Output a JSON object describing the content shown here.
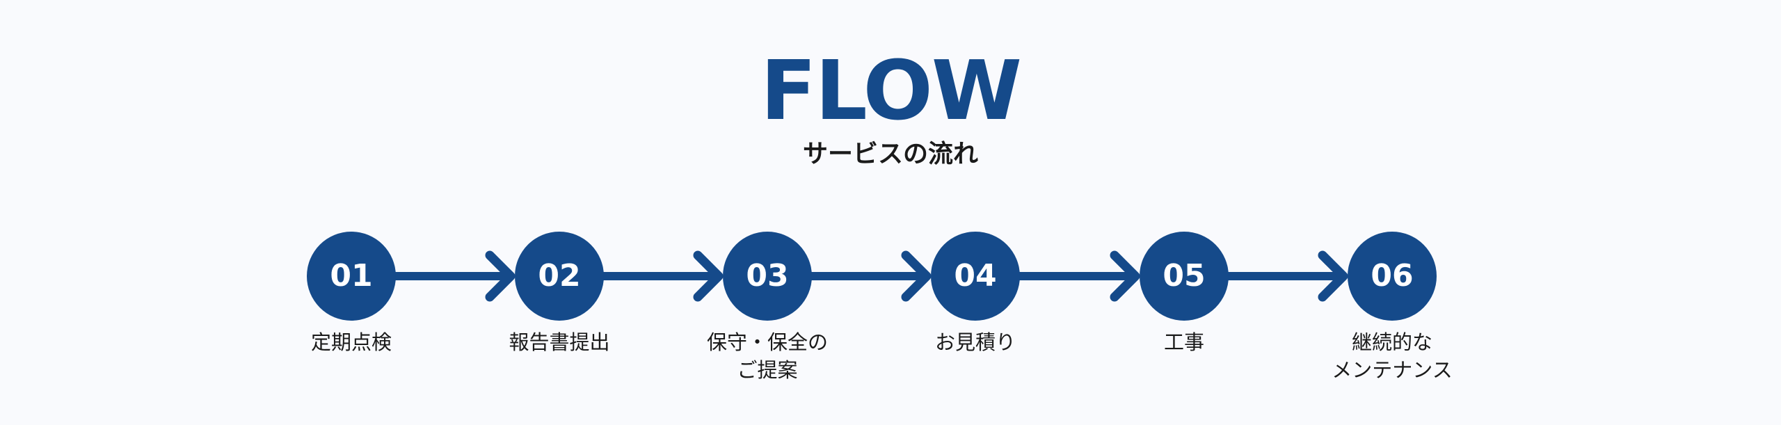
{
  "header": {
    "title": "FLOW",
    "subtitle": "サービスの流れ"
  },
  "colors": {
    "accent": "#154a8a",
    "background": "#f9fafd",
    "text": "#1a1a1a"
  },
  "steps": [
    {
      "number": "01",
      "label": "定期点検"
    },
    {
      "number": "02",
      "label": "報告書提出"
    },
    {
      "number": "03",
      "label": "保守・保全の\nご提案"
    },
    {
      "number": "04",
      "label": "お見積り"
    },
    {
      "number": "05",
      "label": "工事"
    },
    {
      "number": "06",
      "label": "継続的な\nメンテナンス"
    }
  ]
}
